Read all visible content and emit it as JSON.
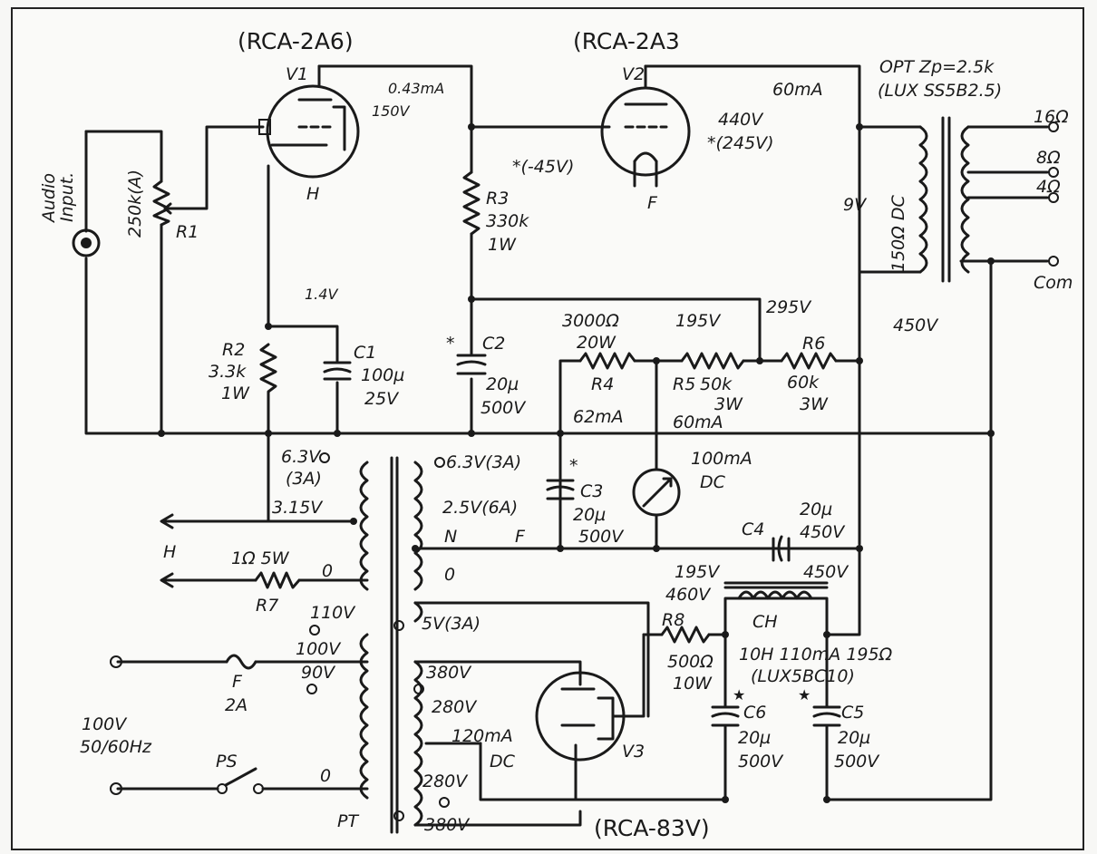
{
  "tubes": {
    "v1_label": "(RCA-2A6)",
    "v2_label": "(RCA-2A3",
    "v3_label": "(RCA-83V)",
    "v1_ref": "V1",
    "v2_ref": "V2",
    "v3_ref": "V3",
    "v1_heater": "H",
    "v2_filament": "F"
  },
  "input": {
    "label_line1": "Audio",
    "label_line2": "Input.",
    "volume": "250k(A)",
    "r1": "R1"
  },
  "stage1": {
    "plate_current": "0.43mA",
    "plate_voltage": "150V",
    "cathode_voltage": "1.4V",
    "r2_ref": "R2",
    "r2_value": "3.3k",
    "r2_power": "1W",
    "c1_ref": "C1",
    "c1_value": "100µ",
    "c1_voltage": "25V",
    "r3_ref": "R3",
    "r3_value": "330k",
    "r3_power": "1W",
    "c2_mark": "*",
    "c2_ref": "C2",
    "c2_value": "20µ",
    "c2_voltage": "500V"
  },
  "stage2": {
    "grid_bias": "*(-45V)",
    "plate_current": "60mA",
    "plate_voltage": "440V",
    "plate_voltage_alt": "*(245V)"
  },
  "opt": {
    "title_line1": "OPT Zp=2.5k",
    "title_line2": "(LUX SS5B2.5)",
    "dc_drop": "9V",
    "dcr": "150Ω DC",
    "tap16": "16Ω",
    "tap8": "8Ω",
    "tap4": "4Ω",
    "tap_com": "Com"
  },
  "supply": {
    "r4_line1": "3000Ω",
    "r4_line2": "20W",
    "r4_ref": "R4",
    "r4_current": "62mA",
    "node_195": "195V",
    "node_295": "295V",
    "node_450": "450V",
    "r5_ref": "R5",
    "r5_value": "50k",
    "r5_power": "3W",
    "r6_ref": "R6",
    "r6_value": "60k",
    "r6_power": "3W",
    "r5_current": "60mA",
    "meter_line1": "100mA",
    "meter_line2": "DC",
    "c3_mark": "*",
    "c3_ref": "C3",
    "c3_value": "20µ",
    "c3_voltage": "500V",
    "c4_ref": "C4",
    "c4_value": "20µ",
    "c4_voltage": "450V",
    "node_195b": "195V",
    "node_460": "460V",
    "node_450b": "450V",
    "r8_ref": "R8",
    "r8_value": "500Ω",
    "r8_power": "10W",
    "ch_ref": "CH",
    "ch_value": "10H 110mA 195Ω",
    "ch_model": "(LUX5BC10)",
    "c6_mark": "★",
    "c6_ref": "C6",
    "c6_value": "20µ",
    "c6_voltage": "500V",
    "c5_mark": "★",
    "c5_ref": "C5",
    "c5_value": "20µ",
    "c5_voltage": "500V"
  },
  "pt": {
    "ref": "PT",
    "w_63a": "6.3V",
    "w_63a_amp": "(3A)",
    "w_315": "3.15V",
    "w_0a": "0",
    "w_63b": "6.3V(3A)",
    "w_25": "2.5V(6A)",
    "w_n": "N",
    "w_f": "F",
    "w_0b": "0",
    "w_5v": "5V(3A)",
    "p_110": "110V",
    "p_100": "100V",
    "p_90": "90V",
    "p_0": "0",
    "s_380a": "380V",
    "s_280a": "280V",
    "s_dc": "120mA",
    "s_dc2": "DC",
    "s_280b": "280V",
    "s_380b": "380V",
    "h_label": "H",
    "r7_line1": "1Ω 5W",
    "r7_ref": "R7"
  },
  "mains": {
    "fuse_ref": "F",
    "fuse_value": "2A",
    "voltage": "100V",
    "freq": "50/60Hz",
    "switch": "PS"
  }
}
